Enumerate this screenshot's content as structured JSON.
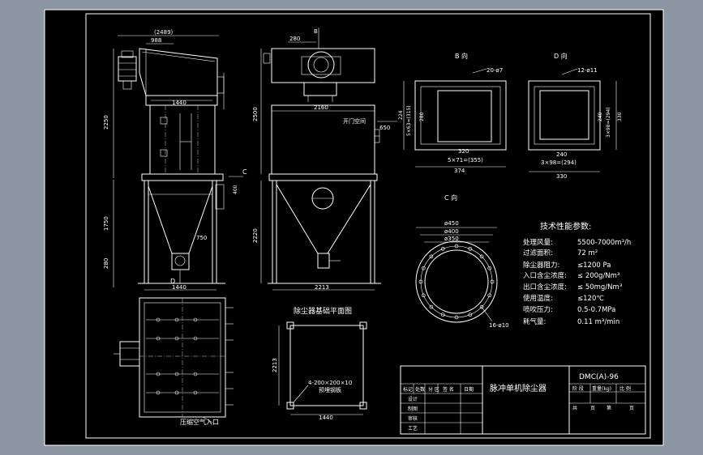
{
  "front_view": {
    "dim_top_total": "(2489)",
    "dim_top_part": "988",
    "dim_box_width": "1440",
    "dim_upper_height": "2250",
    "dim_leg_height": "1750",
    "dim_bottom_offset": "280",
    "dim_hopper_outlet": "750",
    "dim_base_width": "1440",
    "section_mark_c": "C",
    "section_mark_d": "D",
    "dim_side_small": "400"
  },
  "side_view": {
    "section_mark_b": "B",
    "dim_inlet_offset": "280",
    "dim_top_width": "2160",
    "dim_upper_height": "2500",
    "dim_lower_height": "2220",
    "dim_base_width": "2213",
    "door_label": "开门空间",
    "door_dim": "650"
  },
  "view_b": {
    "title": "B 向",
    "holes": "20-ø7",
    "dim_side_outer": "224",
    "dim_side_pitch": "5×63=(315)",
    "dim_side_inner": "280",
    "dim_bottom_inner": "320",
    "dim_bottom_pitch": "5×71=(355)",
    "dim_bottom_outer": "374"
  },
  "view_d": {
    "title": "D 向",
    "holes": "12-ø11",
    "dim_side_inner": "240",
    "dim_side_pitch": "3×98=(294)",
    "dim_side_outer": "330",
    "dim_bottom_inner": "240",
    "dim_bottom_pitch": "3×98=(294)",
    "dim_bottom_outer": "330"
  },
  "view_c": {
    "title": "C 向",
    "dim_outer": "ø450",
    "dim_pitch": "ø400",
    "dim_inner": "ø350",
    "holes": "16-ø10"
  },
  "plan_view": {
    "label": "压缩空气入口"
  },
  "foundation": {
    "title": "除尘器基础平面图",
    "dim_height": "2213",
    "dim_width": "1440",
    "note_line1": "4-200×200×10",
    "note_line2": "预埋钢板"
  },
  "specs": {
    "title": "技术性能参数:",
    "rows": [
      {
        "label": "处理风量:",
        "value": "5500-7000m³/h"
      },
      {
        "label": "过滤面积:",
        "value": "72 m²"
      },
      {
        "label": "除尘器阻力:",
        "value": "≤1200 Pa"
      },
      {
        "label": "入口含尘浓度:",
        "value": "≤ 200g/Nm³"
      },
      {
        "label": "出口含尘浓度:",
        "value": "≤ 50mg/Nm³"
      },
      {
        "label": "使用温度:",
        "value": "≤120℃"
      },
      {
        "label": "喷吹压力:",
        "value": "0.5-0.7MPa"
      },
      {
        "label": "耗气量:",
        "value": "0.11 m³/min"
      }
    ]
  },
  "title_block": {
    "name": "脉冲单机除尘器",
    "code": "DMC(A)-96",
    "col_headers": [
      "标记",
      "处数",
      "分 区",
      "",
      "签 名",
      "日期"
    ],
    "row_labels": [
      "设计",
      "制图",
      "审核",
      "工艺"
    ],
    "right_headers": [
      "阶 段",
      "重量(kg)",
      "比 例"
    ],
    "right_footer": [
      "共",
      "页",
      "第",
      "页"
    ]
  }
}
